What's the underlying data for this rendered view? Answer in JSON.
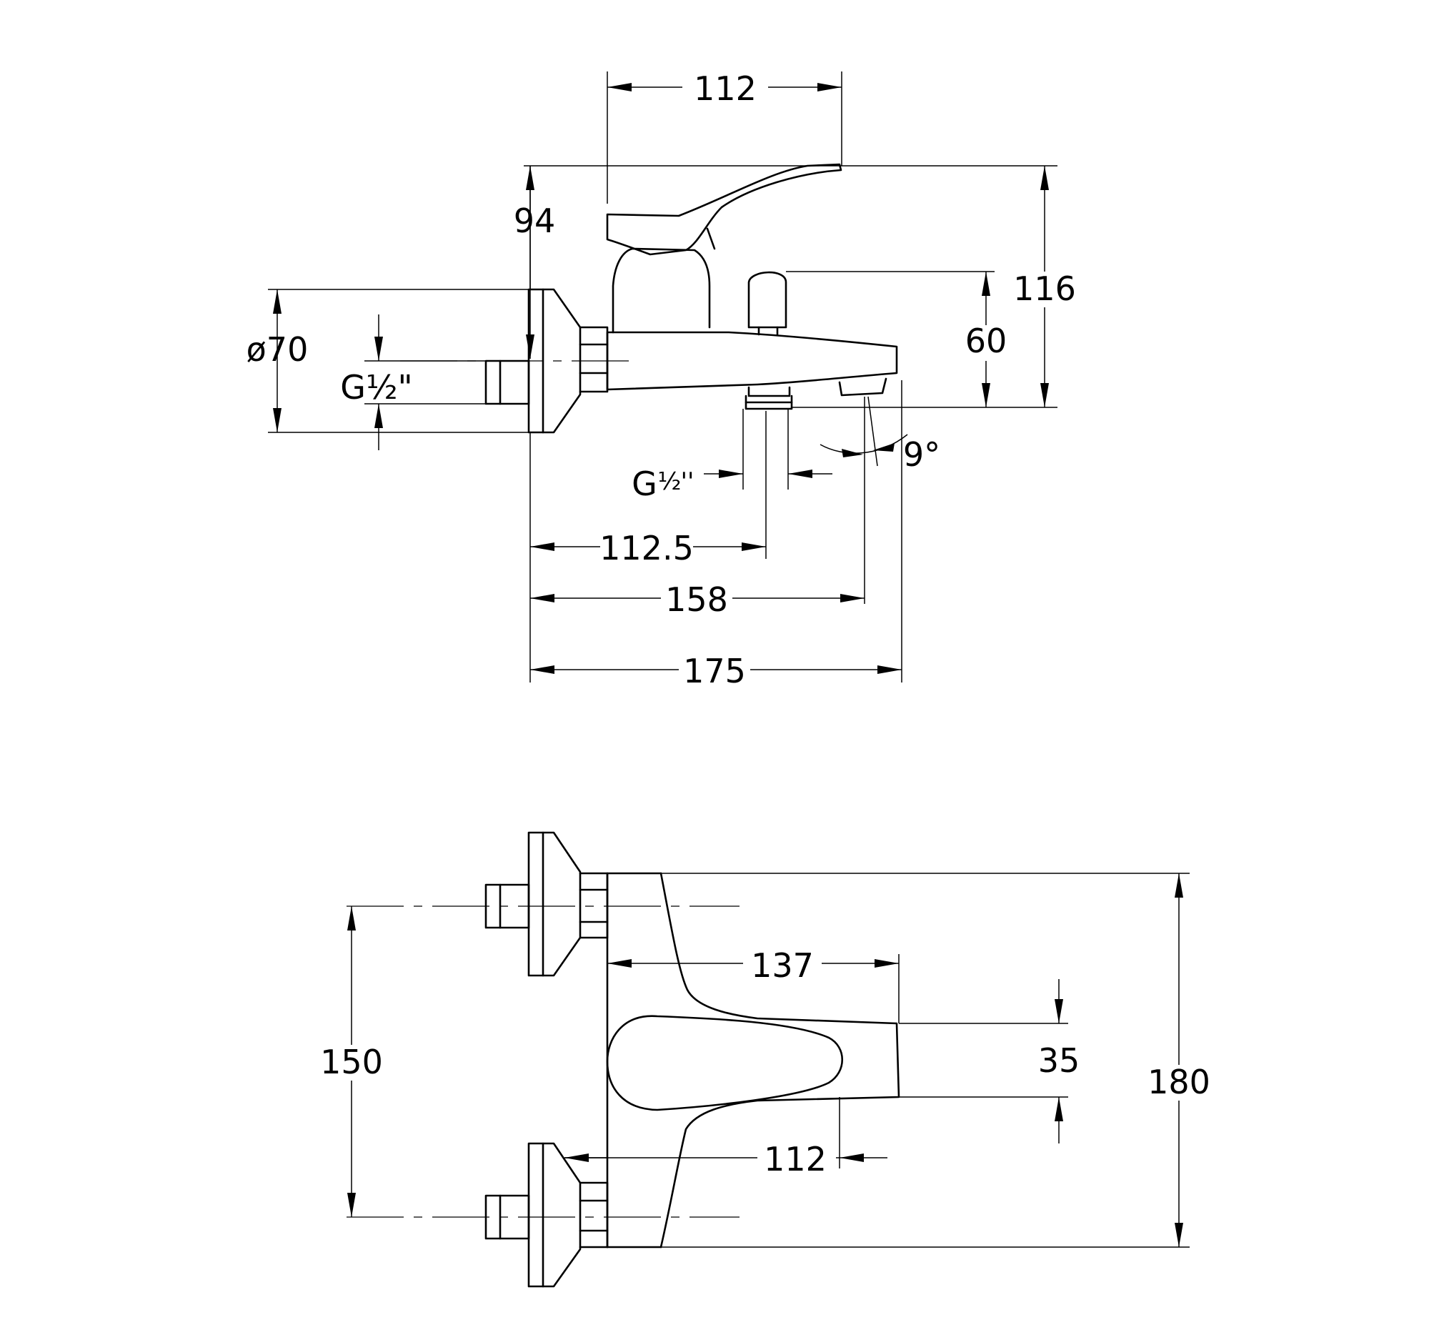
{
  "side_view": {
    "dims": {
      "handle_width": "112",
      "wall_to_top": "94",
      "flange_dia": "ø70",
      "inlet_thread": "G½\"",
      "overall_height": "116",
      "diverter_height": "60",
      "outlet_thread_g": "G",
      "outlet_thread_frac": "½",
      "outlet_thread_marks": "''",
      "spout_angle": "9°",
      "outlet_offset": "112.5",
      "spout_outlet_offset": "158",
      "overall_depth": "175"
    }
  },
  "top_view": {
    "dims": {
      "spout_length": "137",
      "spout_width": "35",
      "inlet_spacing": "150",
      "body_height": "180",
      "handle_length": "112"
    }
  }
}
